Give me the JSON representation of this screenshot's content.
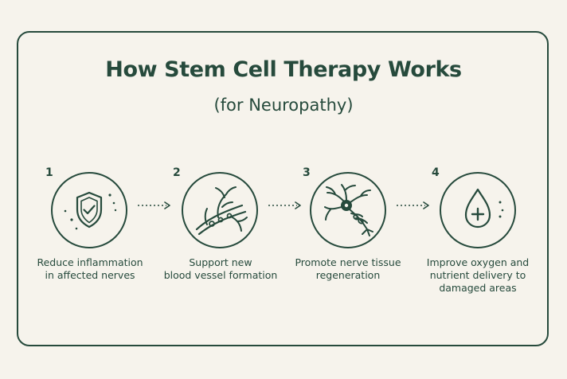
{
  "title": "How Stem Cell Therapy Works",
  "subtitle": "(for Neuropathy)",
  "steps": [
    {
      "number": "1",
      "icon": "shield-check-icon",
      "caption_line1": "Reduce inflammation",
      "caption_line2": "in affected nerves",
      "caption_line3": ""
    },
    {
      "number": "2",
      "icon": "blood-vessel-icon",
      "caption_line1": "Support new",
      "caption_line2": "blood vessel formation",
      "caption_line3": ""
    },
    {
      "number": "3",
      "icon": "neuron-icon",
      "caption_line1": "Promote nerve tissue",
      "caption_line2": "regeneration",
      "caption_line3": ""
    },
    {
      "number": "4",
      "icon": "blood-drop-plus-icon",
      "caption_line1": "Improve oxygen and",
      "caption_line2": "nutrient delivery to",
      "caption_line3": "damaged areas"
    }
  ],
  "colors": {
    "primary": "#264a3c",
    "background": "#f6f3ec"
  }
}
